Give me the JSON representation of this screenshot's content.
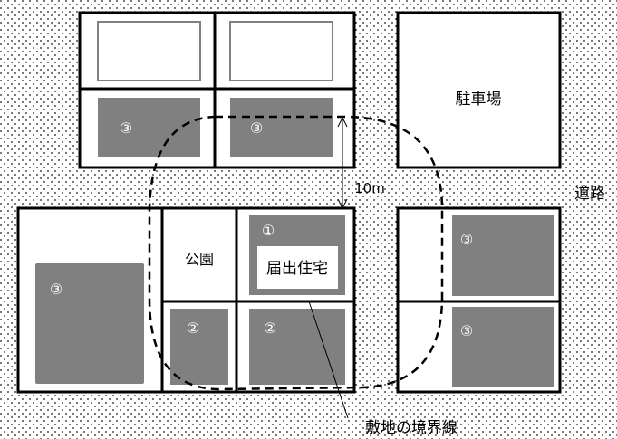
{
  "labels": {
    "parking": "駐車場",
    "road": "道路",
    "park": "公園",
    "registered_house": "届出住宅",
    "distance": "10m",
    "boundary": "敷地の境界線"
  },
  "markers": {
    "one": "①",
    "two": "②",
    "three": "③"
  },
  "colors": {
    "building_fill": "#808080",
    "outline": "#000000",
    "empty_building_outline": "#808080",
    "marker_text": "#ffffff"
  }
}
